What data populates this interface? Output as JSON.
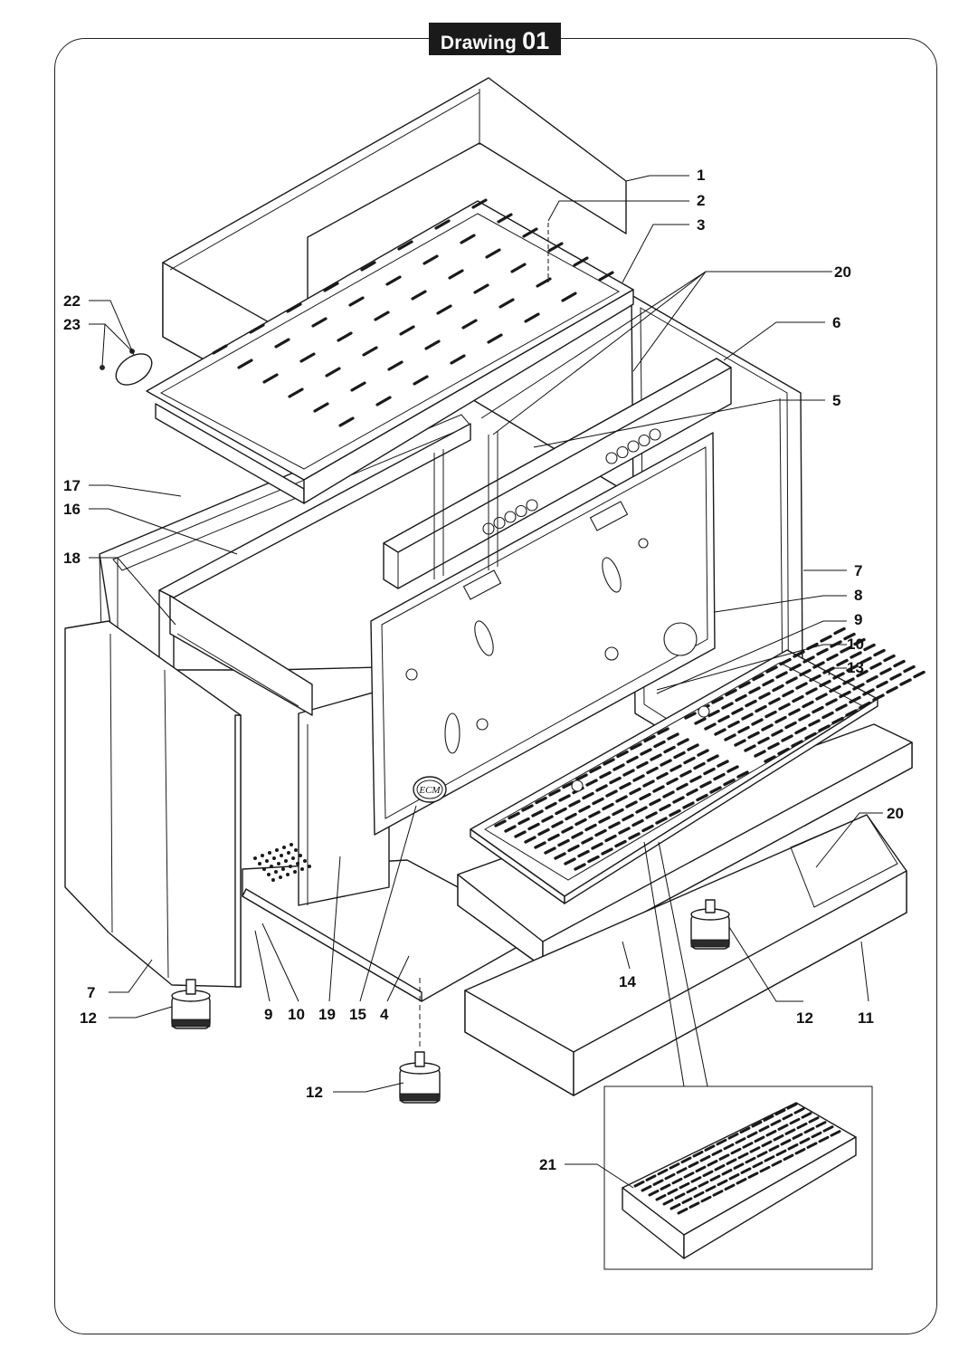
{
  "title": {
    "word": "Drawing",
    "number": "01"
  },
  "logo": "ECM",
  "callouts": [
    {
      "id": "c1",
      "text": "1"
    },
    {
      "id": "c2",
      "text": "2"
    },
    {
      "id": "c3",
      "text": "3"
    },
    {
      "id": "c20a",
      "text": "20"
    },
    {
      "id": "c22",
      "text": "22"
    },
    {
      "id": "c23",
      "text": "23"
    },
    {
      "id": "c6",
      "text": "6"
    },
    {
      "id": "c5",
      "text": "5"
    },
    {
      "id": "c17",
      "text": "17"
    },
    {
      "id": "c16",
      "text": "16"
    },
    {
      "id": "c18",
      "text": "18"
    },
    {
      "id": "c7a",
      "text": "7"
    },
    {
      "id": "c8",
      "text": "8"
    },
    {
      "id": "c9a",
      "text": "9"
    },
    {
      "id": "c10a",
      "text": "10"
    },
    {
      "id": "c13",
      "text": "13"
    },
    {
      "id": "c20b",
      "text": "20"
    },
    {
      "id": "c7b",
      "text": "7"
    },
    {
      "id": "c12a",
      "text": "12"
    },
    {
      "id": "c9b",
      "text": "9"
    },
    {
      "id": "c10b",
      "text": "10"
    },
    {
      "id": "c19",
      "text": "19"
    },
    {
      "id": "c15",
      "text": "15"
    },
    {
      "id": "c4",
      "text": "4"
    },
    {
      "id": "c14",
      "text": "14"
    },
    {
      "id": "c12b",
      "text": "12"
    },
    {
      "id": "c11",
      "text": "11"
    },
    {
      "id": "c12c",
      "text": "12"
    },
    {
      "id": "c21",
      "text": "21"
    }
  ]
}
